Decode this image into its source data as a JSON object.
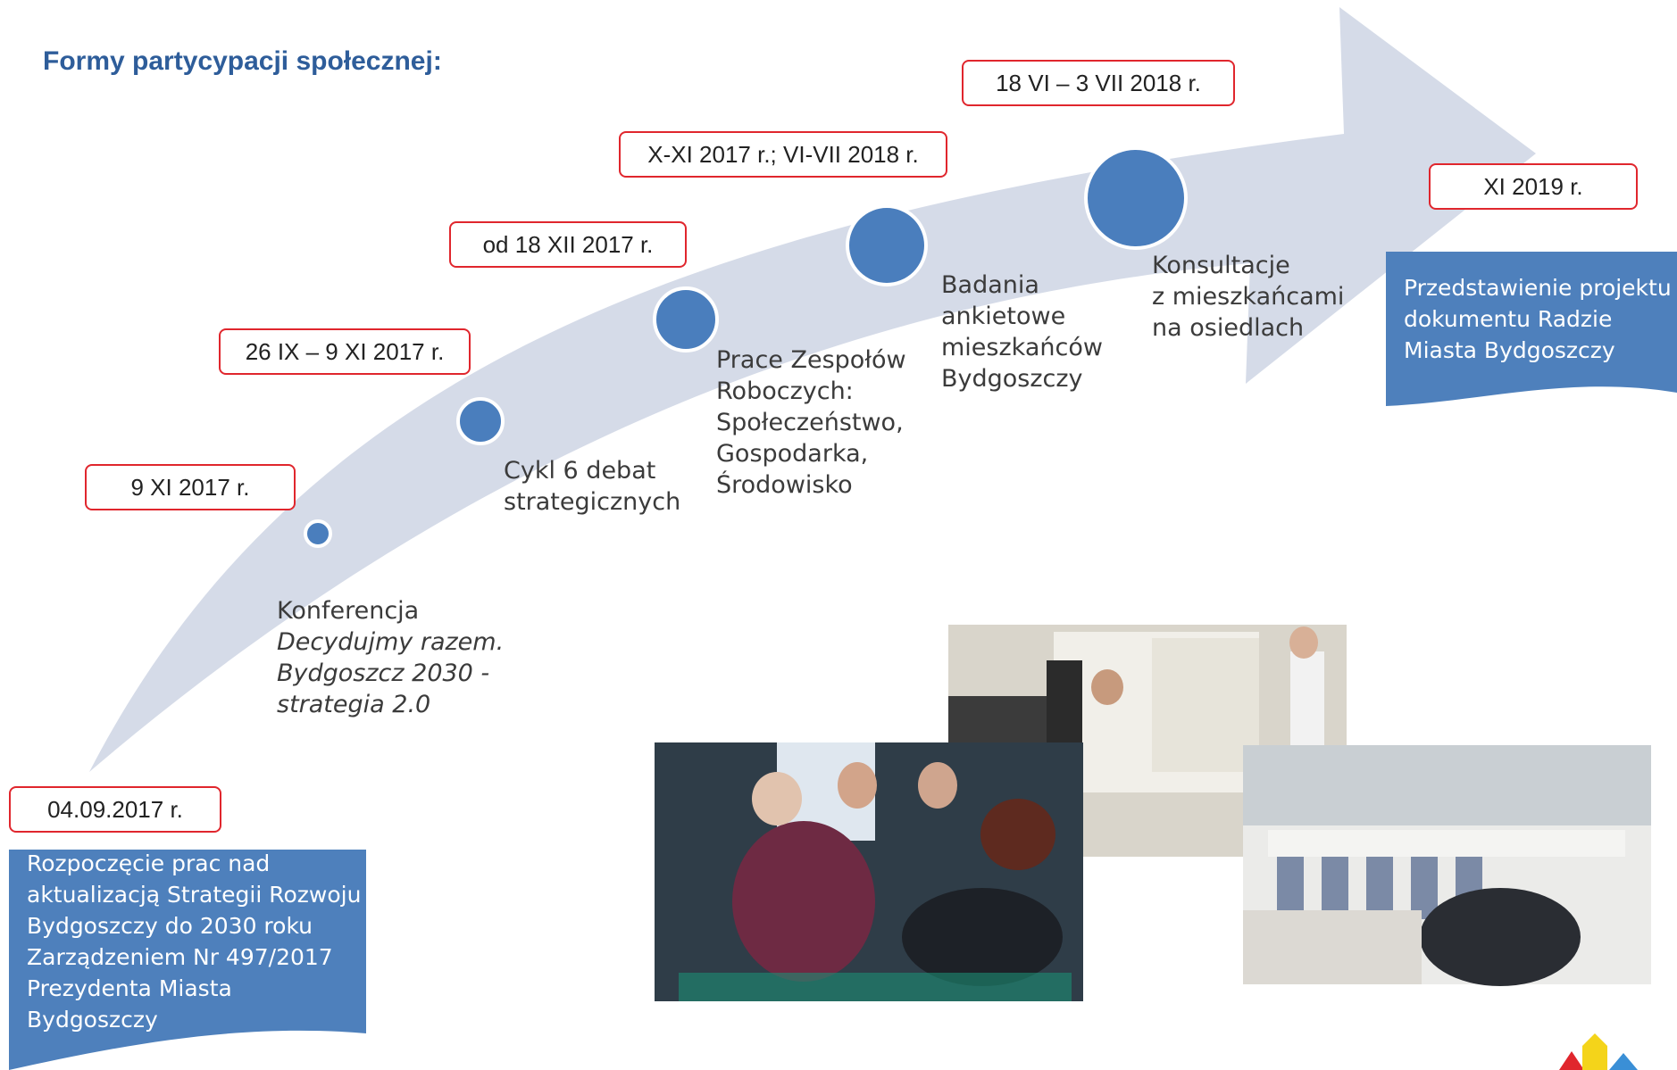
{
  "title": "Formy partycypacji społecznej:",
  "colors": {
    "arrow": "#d5dbe8",
    "dot": "#4a7ebd",
    "box_blue": "#4e80bc",
    "date_border": "#e0262d",
    "title": "#2e5d9a"
  },
  "start": {
    "date": "04.09.2017 r.",
    "desc": [
      "Rozpoczęcie prac nad",
      "aktualizacją Strategii Rozwoju",
      "Bydgoszczy do 2030 roku",
      "Zarządzeniem Nr 497/2017",
      "Prezydenta Miasta",
      "Bydgoszczy"
    ]
  },
  "milestones": [
    {
      "date": "9 XI 2017 r.",
      "lines": [
        "Konferencja"
      ],
      "italic_lines": [
        "Decydujmy razem.",
        "Bydgoszcz 2030 -",
        "strategia 2.0"
      ]
    },
    {
      "date": "26 IX – 9 XI 2017 r.",
      "lines": [
        "Cykl 6 debat",
        "strategicznych"
      ]
    },
    {
      "date": "od 18 XII 2017 r.",
      "lines": [
        "Prace Zespołów",
        "Roboczych:",
        "Społeczeństwo,",
        "Gospodarka,",
        "Środowisko"
      ]
    },
    {
      "date": "X-XI 2017 r.; VI-VII 2018 r.",
      "lines": [
        "Badania",
        "ankietowe",
        "mieszkańców",
        "Bydgoszczy"
      ]
    },
    {
      "date": "18 VI – 3 VII 2018 r.",
      "lines": [
        "Konsultacje",
        "z mieszkańcami",
        "na osiedlach"
      ]
    }
  ],
  "end": {
    "date": "XI 2019 r.",
    "desc": [
      "Przedstawienie projektu",
      "dokumentu Radzie",
      "Miasta Bydgoszczy"
    ]
  },
  "photo_icon": "meeting-photo",
  "logo_icon": "city-houses-logo"
}
